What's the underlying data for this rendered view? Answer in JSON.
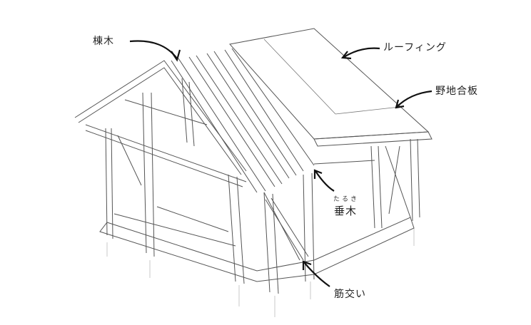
{
  "labels": {
    "ridge_beam": "棟木",
    "roofing": "ルーフィング",
    "roof_plywood": "野地合板",
    "rafter_ruby": "たるき",
    "rafter": "垂木",
    "brace": "筋交い"
  },
  "colors": {
    "line": "#555555",
    "arrow": "#111111",
    "text": "#222222"
  }
}
